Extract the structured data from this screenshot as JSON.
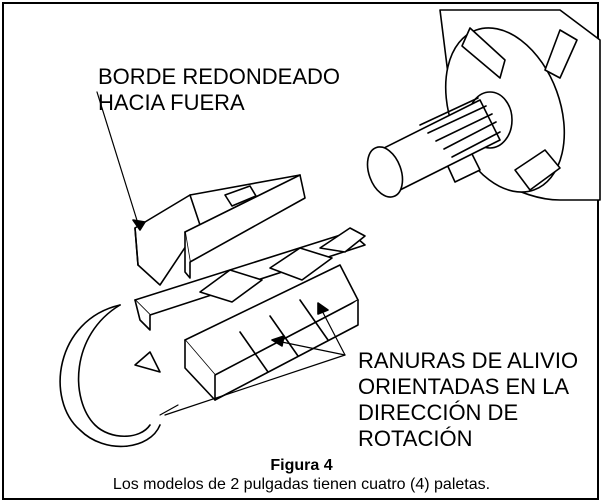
{
  "callouts": {
    "rounded_edge": "BORDE REDONDEADO\nHACIA FUERA",
    "relief_grooves": "RANURAS DE ALIVIO\nORIENTADAS EN LA\nDIRECCIÓN DE\nROTACIÓN"
  },
  "caption": {
    "title": "Figura 4",
    "text": "Los modelos de 2 pulgadas tienen cuatro (4) paletas."
  },
  "colors": {
    "ink": "#000000",
    "paper": "#ffffff"
  }
}
